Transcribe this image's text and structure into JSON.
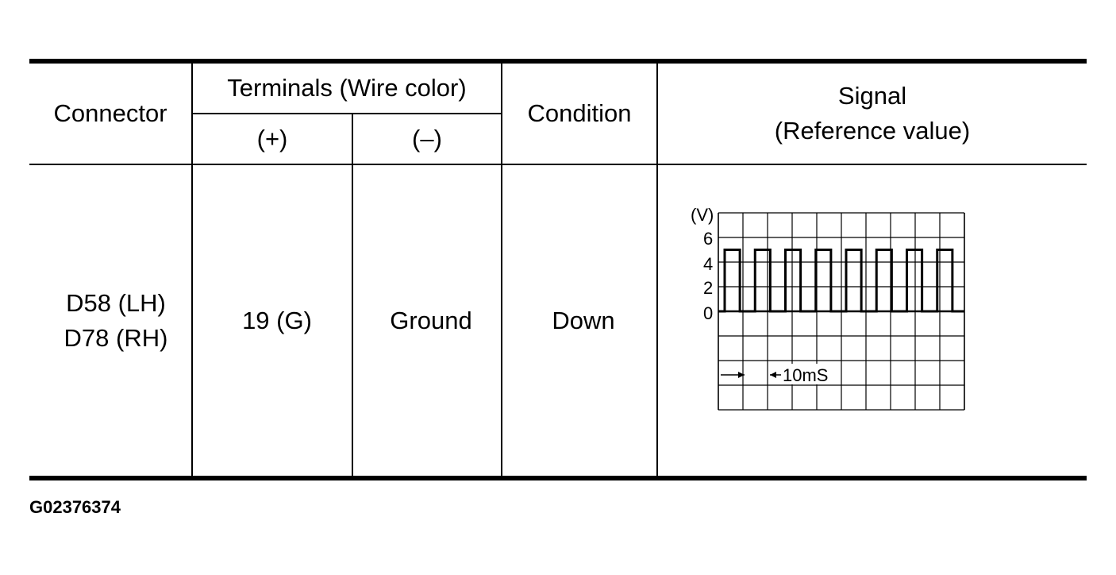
{
  "table": {
    "headers": {
      "connector": "Connector",
      "terminals": "Terminals (Wire color)",
      "terminal_plus": "(+)",
      "terminal_minus": "(–)",
      "condition": "Condition",
      "signal_line1": "Signal",
      "signal_line2": "(Reference value)"
    },
    "rows": [
      {
        "connector_line1": "D58 (LH)",
        "connector_line2": "D78 (RH)",
        "terminal_plus": "19 (G)",
        "terminal_minus": "Ground",
        "condition": "Down"
      }
    ]
  },
  "waveform": {
    "unit_label": "(V)",
    "y_ticks": [
      "6",
      "4",
      "2",
      "0"
    ],
    "time_scale_label": "10mS",
    "signal_type": "square wave",
    "high_level_v": 5,
    "low_level_v": 0,
    "pulses_shown": 8
  },
  "figure_id": "G02376374"
}
